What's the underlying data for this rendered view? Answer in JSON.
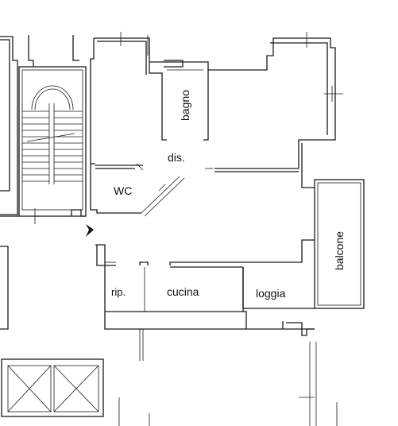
{
  "rooms": {
    "bagno": "bagno",
    "dis": "dis.",
    "wc": "WC",
    "balcone": "balcone",
    "rip": "rip.",
    "cucina": "cucina",
    "loggia": "loggia"
  }
}
